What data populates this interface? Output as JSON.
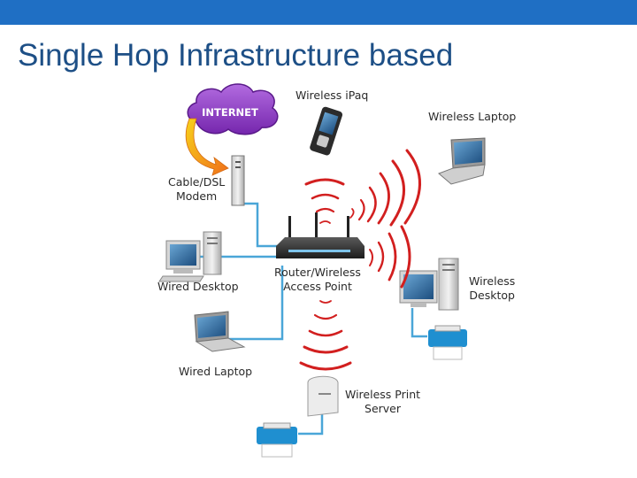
{
  "slide": {
    "title": "Single Hop Infrastructure based",
    "accent_color": "#1f6fc4",
    "title_color": "#1d4f86"
  },
  "diagram": {
    "cloud_text": "INTERNET",
    "labels": {
      "wireless_ipaq": "Wireless iPaq",
      "wireless_laptop": "Wireless Laptop",
      "modem_line1": "Cable/DSL",
      "modem_line2": "Modem",
      "router_line1": "Router/Wireless",
      "router_line2": "Access Point",
      "wired_desktop": "Wired Desktop",
      "wireless_desktop_line1": "Wireless",
      "wireless_desktop_line2": "Desktop",
      "wired_laptop": "Wired Laptop",
      "print_server_line1": "Wireless Print",
      "print_server_line2": "Server"
    },
    "colors": {
      "cable": "#4aa6d8",
      "wave": "#d21f1f",
      "cloud": "#8a3cc6",
      "arrow": "#f28c1e",
      "printer": "#1f8fd0"
    }
  }
}
